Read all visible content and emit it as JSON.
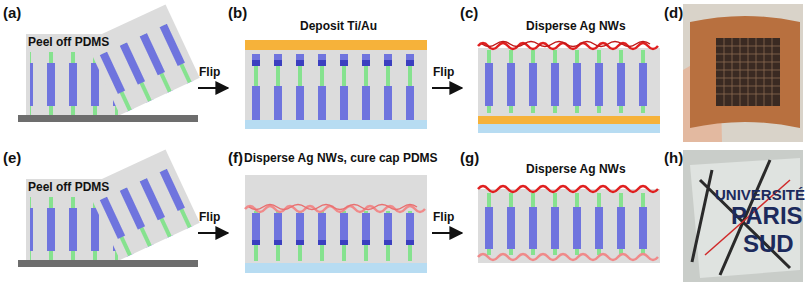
{
  "diagram": {
    "labels": [
      "(a)",
      "Peel off PDMS",
      "Flip",
      "(b)",
      "Deposit Ti/Au",
      "Flip",
      "(c)",
      "Disperse Ag NWs",
      "(d)",
      "(e)",
      "Peel off PDMS",
      "Flip",
      "(f)",
      "Disperse Ag NWs, cure cap PDMS",
      "Flip",
      "(g)",
      "Disperse Ag NWs",
      "(h)",
      "UNIVERSITÉ",
      "PARIS",
      "SUD"
    ]
  }
}
